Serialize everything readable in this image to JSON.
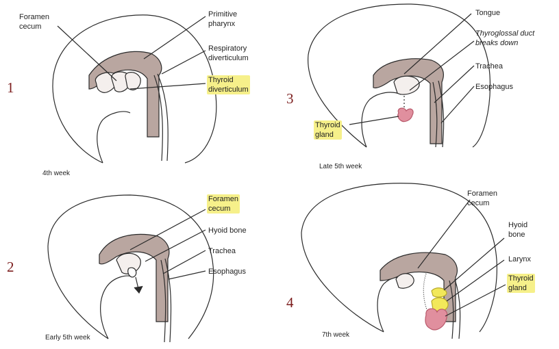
{
  "colors": {
    "outline": "#2a2a2a",
    "pharynx_fill": "#b9a6a0",
    "thyroid_pink": "#e08f9e",
    "hyoid_yellow": "#f2e85a",
    "highlight": "#f6f08a",
    "panel_number": "#7b1c1c"
  },
  "panels": [
    {
      "number": "1",
      "week": "4th week",
      "labels": {
        "foramen_cecum": "Foramen\ncecum",
        "primitive_pharynx": "Primitive\npharynx",
        "respiratory_diverticulum": "Respiratory\ndiverticulum",
        "thyroid_diverticulum": "Thyroid\ndiverticulum"
      }
    },
    {
      "number": "2",
      "week": "Early 5th week",
      "labels": {
        "foramen_cecum": "Foramen\ncecum",
        "hyoid_bone": "Hyoid bone",
        "trachea": "Trachea",
        "esophagus": "Esophagus"
      }
    },
    {
      "number": "3",
      "week": "Late 5th week",
      "labels": {
        "tongue": "Tongue",
        "thyroglossal_duct": "Thyroglossal duct\nbreaks down",
        "trachea": "Trachea",
        "esophagus": "Esophagus",
        "thyroid_gland": "Thyroid\ngland"
      }
    },
    {
      "number": "4",
      "week": "7th week",
      "labels": {
        "foramen_cecum": "Foramen\ncecum",
        "hyoid_bone": "Hyoid\nbone",
        "larynx": "Larynx",
        "thyroid_gland": "Thyroid\ngland"
      }
    }
  ]
}
